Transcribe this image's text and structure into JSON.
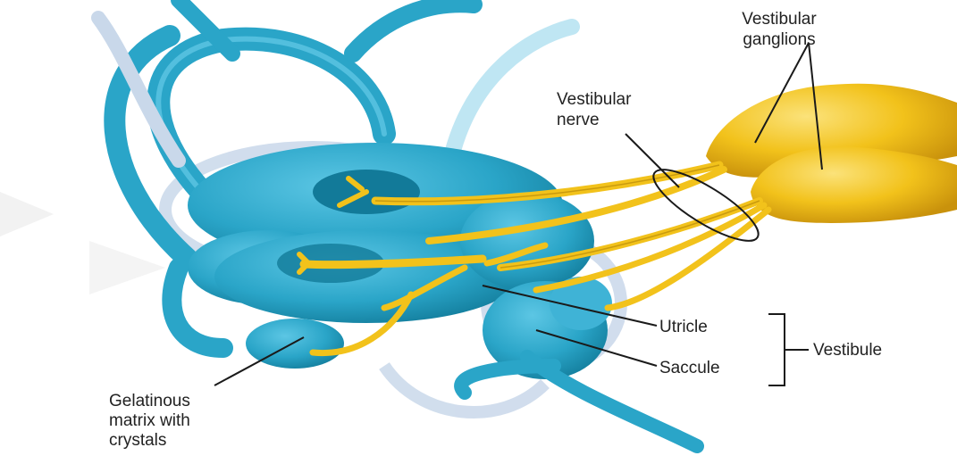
{
  "labels": {
    "vestibular_ganglions": [
      "Vestibular",
      "ganglions"
    ],
    "vestibular_nerve": [
      "Vestibular",
      "nerve"
    ],
    "utricle": "Utricle",
    "saccule": "Saccule",
    "vestibule": "Vestibule",
    "gelatinous_matrix": [
      "Gelatinous",
      "matrix with",
      "crystals"
    ]
  },
  "colors": {
    "canal_fill": "#2aa5c8",
    "canal_dark": "#127a99",
    "canal_highlight": "#6fd0ec",
    "membrane": "#c9d8ea",
    "nerve_fill": "#f2c21b",
    "nerve_dark": "#b88a0a",
    "ganglion_highlight": "#fbe27a",
    "label_text": "#222222",
    "leader_line": "#1a1a1a",
    "watermark": "#f1f1f1"
  }
}
